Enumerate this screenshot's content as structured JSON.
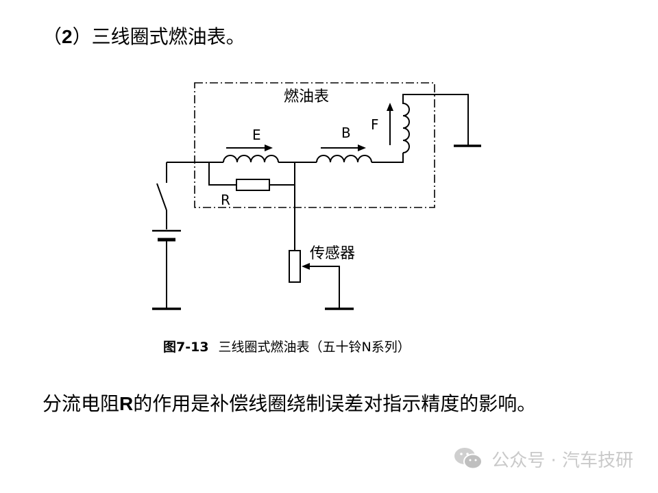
{
  "heading": {
    "prefix": "（",
    "number": "2",
    "title": "）三线圈式燃油表。"
  },
  "diagram": {
    "box_label": "燃油表",
    "coil_e_label": "E",
    "coil_b_label": "B",
    "coil_f_label": "F",
    "resistor_label": "R",
    "sensor_label": "传感器"
  },
  "caption": {
    "figure_number": "图7-13",
    "text": "三线圈式燃油表（五十铃N系列）"
  },
  "note": {
    "before": "分流电阻",
    "symbol": "R",
    "after": "的作用是补偿线圈绕制误差对指示精度的影响。"
  },
  "watermark": {
    "icon": "wechat-icon",
    "text": "公众号 · 汽车技研"
  }
}
